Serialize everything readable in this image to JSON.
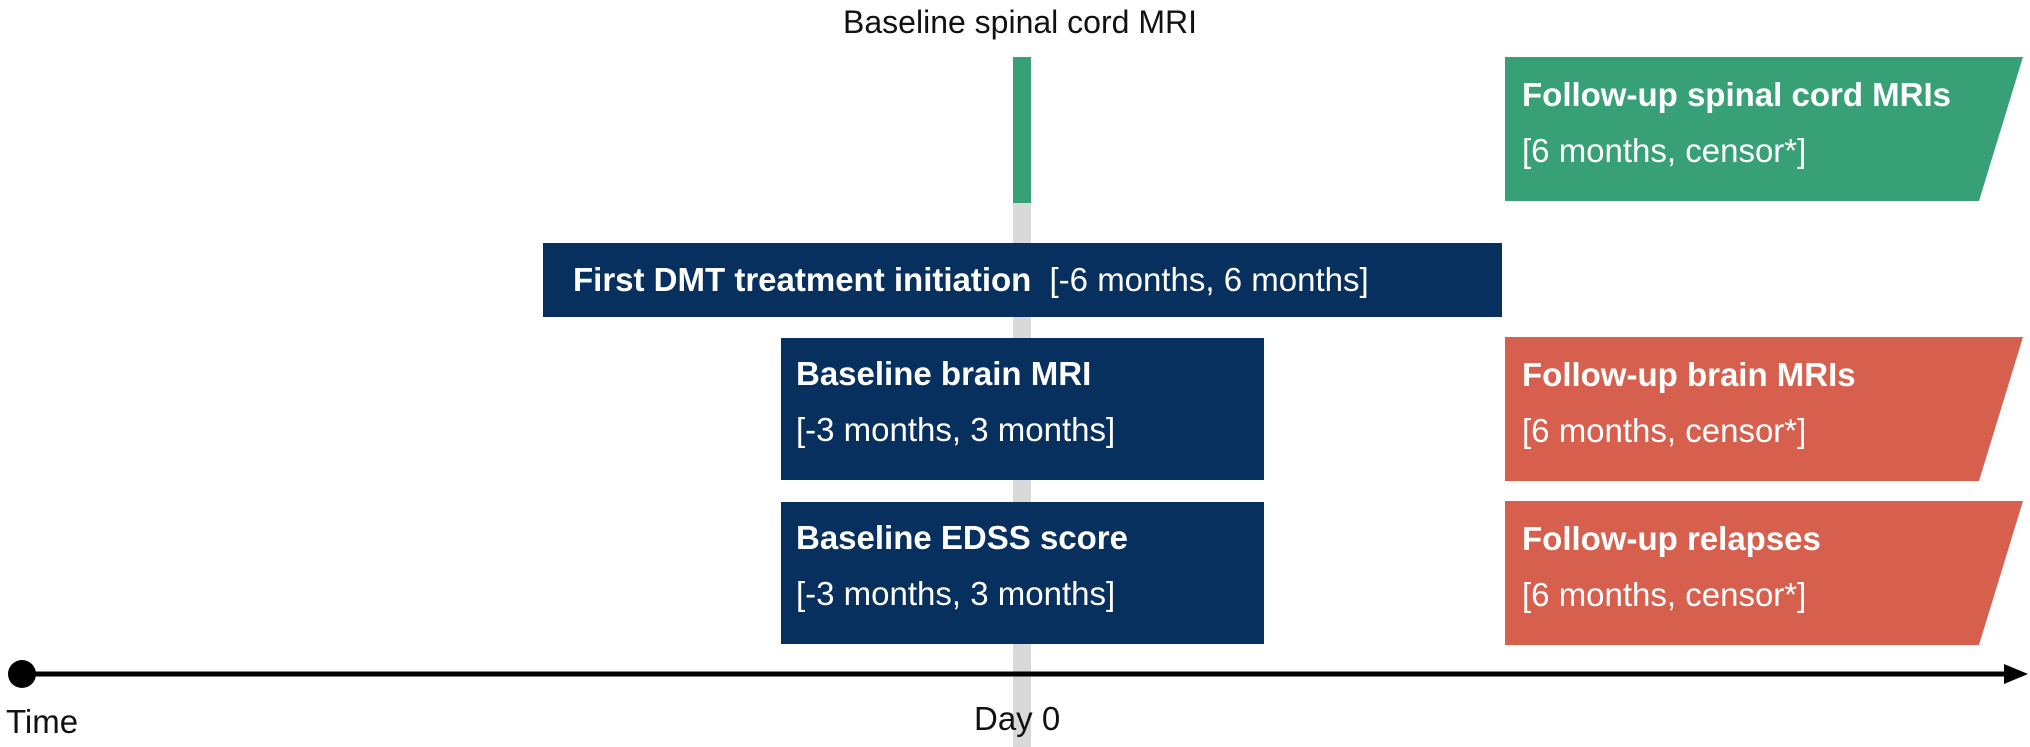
{
  "colors": {
    "navy": "#07305e",
    "green": "#37a077",
    "red": "#d65f4e",
    "gray": "#d9d9d9",
    "axis": "#000000"
  },
  "labels": {
    "top": "Baseline spinal cord MRI",
    "day0": "Day 0",
    "time": "Time"
  },
  "boxes": {
    "dmt": {
      "bold": "First DMT treatment initiation",
      "window": "[-6 months, 6 months]"
    },
    "brain": {
      "title": "Baseline brain MRI",
      "window": "[-3 months, 3 months]"
    },
    "edss": {
      "title": "Baseline EDSS score",
      "window": "[-3 months, 3 months]"
    }
  },
  "followups": {
    "spinal": {
      "title": "Follow-up spinal cord MRIs",
      "window": "[6 months, censor*]"
    },
    "brain": {
      "title": "Follow-up brain MRIs",
      "window": "[6 months, censor*]"
    },
    "relapses": {
      "title": "Follow-up relapses",
      "window": "[6 months, censor*]"
    }
  }
}
